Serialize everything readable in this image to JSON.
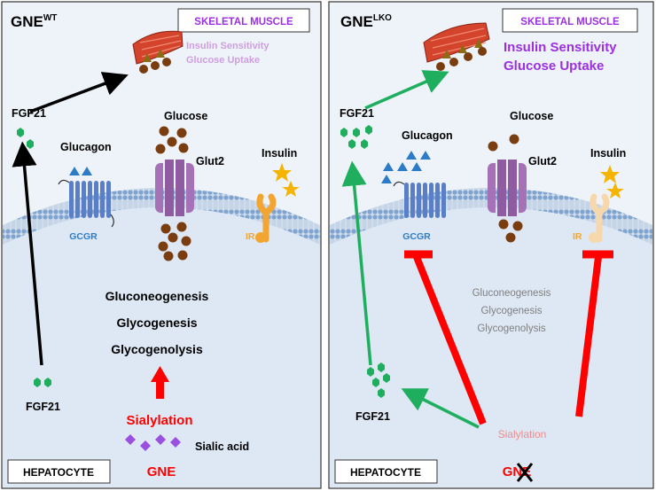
{
  "colors": {
    "panel_fill": "#eef3f9",
    "cell_fill": "#dde8f4",
    "membrane": "#8fb1d6",
    "muscle": "#d4442c",
    "glucose": "#7a3d0f",
    "fgf21": "#1fae5e",
    "glucagon": "#2d7cc7",
    "gcgr": "#5b7fc6",
    "glut2": "#a672b7",
    "insulin_star": "#f4b400",
    "ir": "#f2a531",
    "ir_faded": "#f7d8ac",
    "sialic": "#9b4fe0",
    "up_arrow": "#ff0000",
    "inhibit": "#ff0000",
    "wt_arrow": "#000000",
    "lko_arrow": "#1fae5e",
    "label_pale": "#cf9ee0",
    "label_strong": "#9b30e0",
    "sialylation_faded": "#f08b8b",
    "process_grey": "#7f7f7f"
  },
  "left": {
    "title_main": "GNE",
    "title_sup": "WT",
    "muscle_box": "SKELETAL MUSCLE",
    "muscle_line1": "Insulin Sensitivity",
    "muscle_line2": "Glucose Uptake",
    "fgf21_top": "FGF21",
    "fgf21_bottom": "FGF21",
    "glucose": "Glucose",
    "glucagon": "Glucagon",
    "glut2": "Glut2",
    "insulin": "Insulin",
    "gcgr": "GCGR",
    "ir": "IR",
    "process1": "Gluconeogenesis",
    "process2": "Glycogenesis",
    "process3": "Glycogenolysis",
    "sialylation": "Sialylation",
    "sialic_acid": "Sialic acid",
    "gne": "GNE",
    "hepatocyte": "HEPATOCYTE"
  },
  "right": {
    "title_main": "GNE",
    "title_sup": "LKO",
    "muscle_box": "SKELETAL MUSCLE",
    "muscle_line1": "Insulin Sensitivity",
    "muscle_line2": "Glucose Uptake",
    "fgf21_top": "FGF21",
    "fgf21_bottom": "FGF21",
    "glucose": "Glucose",
    "glucagon": "Glucagon",
    "glut2": "Glut2",
    "insulin": "Insulin",
    "gcgr": "GCGR",
    "ir": "IR",
    "process1": "Gluconeogenesis",
    "process2": "Glycogenesis",
    "process3": "Glycogenolysis",
    "sialylation": "Sialylation",
    "gne": "GNE",
    "hepatocyte": "HEPATOCYTE"
  }
}
